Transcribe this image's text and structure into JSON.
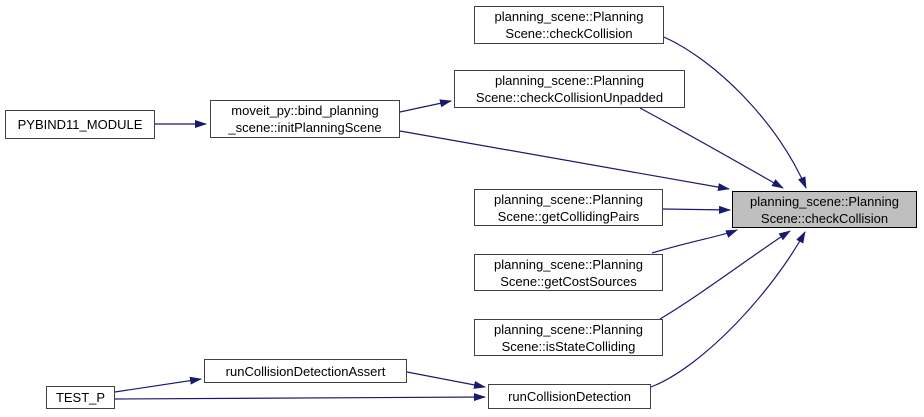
{
  "diagram": {
    "type": "call-graph",
    "colors": {
      "edge": "#191970",
      "highlight_fill": "#bfbfbf",
      "node_border": "#404040",
      "background": "#ffffff"
    },
    "nodes": {
      "checkcollision_overload": {
        "line1": "planning_scene::Planning",
        "line2": "Scene::checkCollision"
      },
      "checkcollision_unpadded": {
        "line1": "planning_scene::Planning",
        "line2": "Scene::checkCollisionUnpadded"
      },
      "pybind11_module": {
        "label": "PYBIND11_MODULE"
      },
      "init_planning_scene": {
        "line1": "moveit_py::bind_planning",
        "line2": "_scene::initPlanningScene"
      },
      "get_colliding_pairs": {
        "line1": "planning_scene::Planning",
        "line2": "Scene::getCollidingPairs"
      },
      "checkcollision_main": {
        "line1": "planning_scene::Planning",
        "line2": "Scene::checkCollision"
      },
      "get_cost_sources": {
        "line1": "planning_scene::Planning",
        "line2": "Scene::getCostSources"
      },
      "is_state_colliding": {
        "line1": "planning_scene::Planning",
        "line2": "Scene::isStateColliding"
      },
      "run_collision_detection_assert": {
        "label": "runCollisionDetectionAssert"
      },
      "test_p": {
        "label": "TEST_P"
      },
      "run_collision_detection": {
        "label": "runCollisionDetection"
      }
    }
  }
}
